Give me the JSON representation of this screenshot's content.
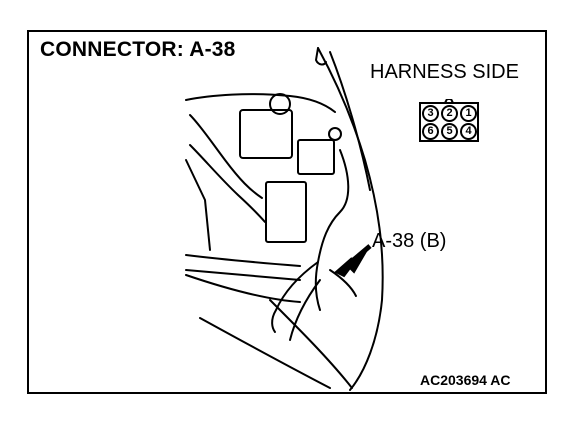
{
  "title": "CONNECTOR: A-38",
  "harness_label": "HARNESS SIDE",
  "callout_label": "A-38 (B)",
  "figure_code": "AC203694 AC",
  "connector_pins": {
    "top_row": [
      "3",
      "2",
      "1"
    ],
    "bottom_row": [
      "6",
      "5",
      "4"
    ]
  }
}
